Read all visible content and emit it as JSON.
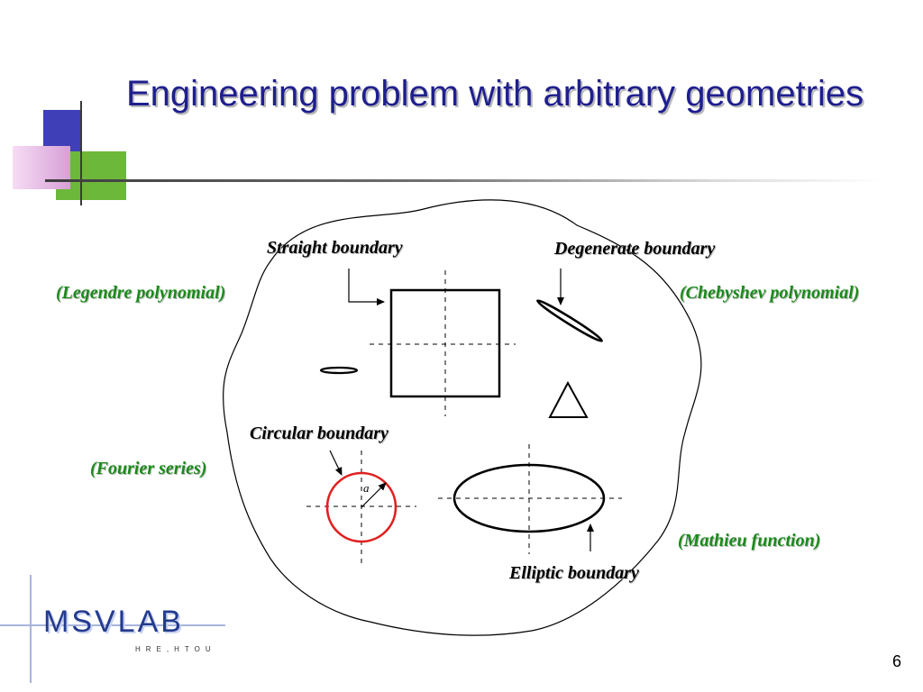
{
  "slide": {
    "title": "Engineering problem with arbitrary geometries",
    "page_number": "6"
  },
  "labels": {
    "straight_boundary": "Straight boundary",
    "degenerate_boundary": "Degenerate boundary",
    "legendre": "(Legendre polynomial)",
    "chebyshev": "(Chebyshev polynomial)",
    "circular_boundary": "Circular boundary",
    "fourier": "(Fourier series)",
    "radius_symbol": "a",
    "mathieu": "(Mathieu function)",
    "elliptic_boundary": "Elliptic boundary"
  },
  "logo": {
    "text": "MSVLAB",
    "subtext": "HRE,HTOU"
  },
  "colors": {
    "title": "#1f1f8f",
    "label_green": "#1a8a1a",
    "circle": "#e02020",
    "deco_blue": "#3f3fb8",
    "deco_green": "#6cb83a",
    "deco_pink": "#e7b4e4"
  }
}
